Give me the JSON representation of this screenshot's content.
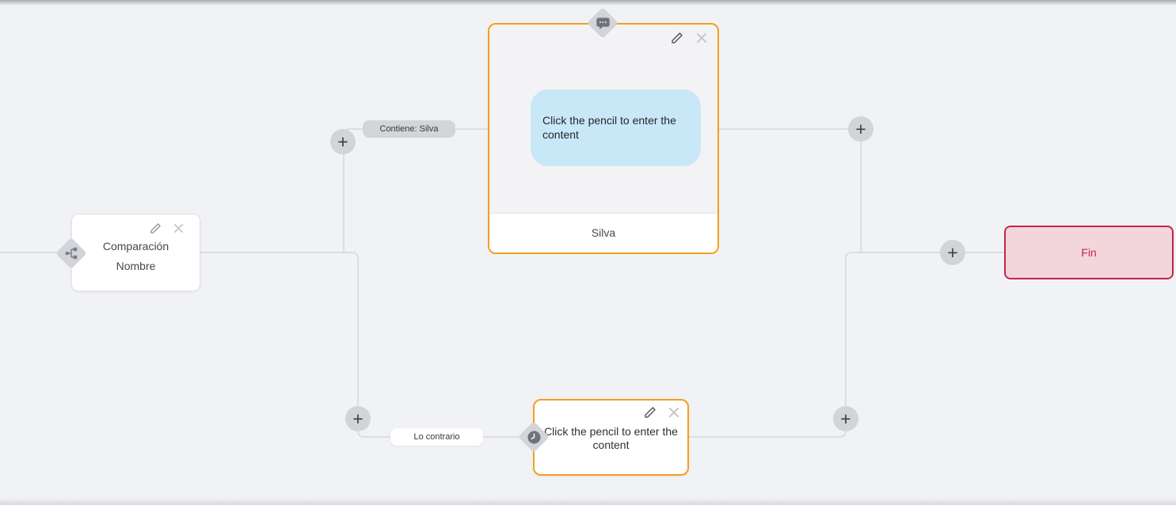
{
  "ui": {
    "plus_glyph": "+"
  },
  "colors": {
    "canvas_bg": "#F1F2F5",
    "connector": "#DCDDE0",
    "accent_orange": "#F59F1E",
    "node_gray": "#D2D4D9",
    "bubble_blue": "#C9E8F7",
    "end_border": "#C02747",
    "end_bg": "#F3D6DB"
  },
  "icons": {
    "condition": "sitemap-branch-icon",
    "message": "speech-bubble-icon",
    "wait": "clock-icon",
    "edit": "pencil-icon",
    "remove": "close-x-icon",
    "add": "plus-icon"
  },
  "nodes": {
    "condition": {
      "title_line1": "Comparación",
      "title_line2": "Nombre"
    },
    "message": {
      "content_placeholder": "Click the pencil to enter the content",
      "footer_label": "Silva"
    },
    "wait": {
      "content_placeholder": "Click the pencil to enter the content"
    },
    "end": {
      "label": "Fin"
    }
  },
  "edges": {
    "true_branch_label": "Contiene: Silva",
    "false_branch_label": "Lo contrario"
  }
}
